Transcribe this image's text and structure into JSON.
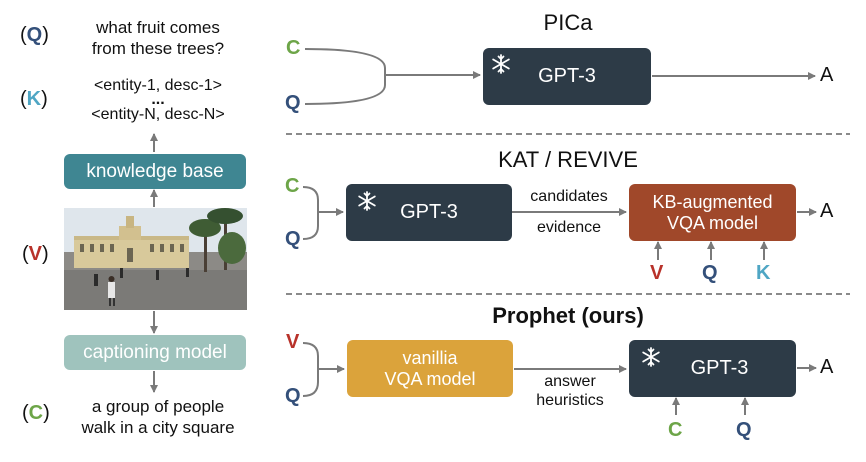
{
  "colors": {
    "dark_box": "#2d3b47",
    "brown_box": "#a0482a",
    "orange_box": "#dba33b",
    "teal_box": "#3f8692",
    "mint_box": "#9fc3bd",
    "C": "#6da548",
    "Q": "#34507a",
    "K": "#4fa6c4",
    "V": "#b8322a",
    "arrow": "#7a7a7a"
  },
  "left": {
    "q_symbol": "Q",
    "question_line1": "what fruit comes",
    "question_line2": "from these trees?",
    "k_symbol": "K",
    "entity_1": "<entity-1, desc-1>",
    "ellipsis": "...",
    "entity_n": "<entity-N, desc-N>",
    "kb_label": "knowledge base",
    "v_symbol": "V",
    "captioning_label": "captioning model",
    "c_symbol": "C",
    "caption_line1": "a group of people",
    "caption_line2": "walk in a city square"
  },
  "pica": {
    "title": "PICa",
    "in_c": "C",
    "in_q": "Q",
    "model": "GPT-3",
    "out": "A"
  },
  "kat": {
    "title": "KAT / REVIVE",
    "in_c": "C",
    "in_q": "Q",
    "model": "GPT-3",
    "edge_top": "candidates",
    "edge_bottom": "evidence",
    "kb_model_line1": "KB-augmented",
    "kb_model_line2": "VQA model",
    "out": "A",
    "sub_v": "V",
    "sub_q": "Q",
    "sub_k": "K"
  },
  "prophet": {
    "title": "Prophet (ours)",
    "in_v": "V",
    "in_q": "Q",
    "vqa_line1": "vanillia",
    "vqa_line2": "VQA model",
    "edge_top": "answer",
    "edge_bottom": "heuristics",
    "model": "GPT-3",
    "out": "A",
    "sub_c": "C",
    "sub_q": "Q"
  }
}
